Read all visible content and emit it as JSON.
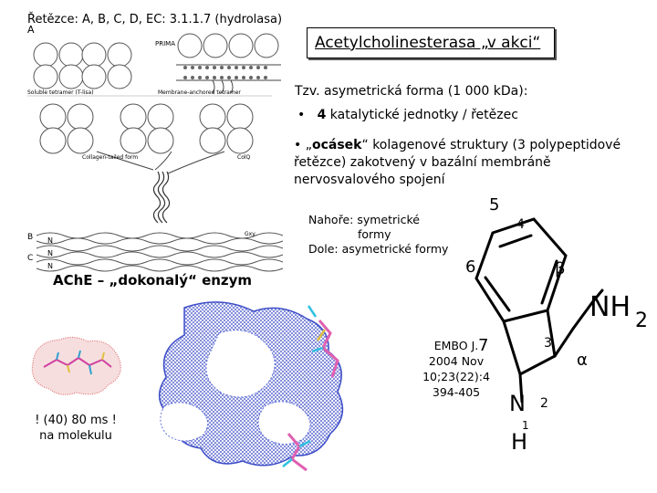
{
  "header": {
    "chains": "Řetězce: A, B, C, D, EC: 3.1.1.7 (hydrolasa)",
    "title": "Acetylcholinesterasa „v akci“"
  },
  "diagram": {
    "letter_a": "A",
    "letter_b": "B",
    "letter_c": "C",
    "prima": "PRIMA",
    "label_soluble": "Soluble tetramer (T-lisa)",
    "label_membrane": "Membrane-anchored tetramer",
    "label_collagen": "Collagen-tailed form",
    "label_colq": "ColQ",
    "label_gxy": "Gxy"
  },
  "right": {
    "form_line": "Tzv. asymetrická forma (1 000 kDa):",
    "bullet1_prefix": "4",
    "bullet1_rest": " katalytické jednotky / řetězec",
    "bullet2_q1": "„",
    "bullet2_bold": "ocásek",
    "bullet2_rest": "“ kolagenové struktury (3 polypeptidové řetězce) zakotvený v bazální membráně nervosvalového spojení"
  },
  "positions": {
    "line1": "Nahoře: symetrické",
    "line2": "formy",
    "line3": "Dole: asymetrické formy"
  },
  "ache_title": "AChE – „dokonalý“ enzym",
  "citation": {
    "line1": "EMBO J.",
    "line2": "2004 Nov",
    "line3": "10;23(22):4",
    "line4": "394-405"
  },
  "speed": {
    "line1": "! (40) 80 ms !",
    "line2": "na molekulu"
  },
  "structure": {
    "n5": "5",
    "n4": "4",
    "n6": "6",
    "beta": "β",
    "nh": "NH",
    "sub2": "2",
    "n7": "7",
    "n3": "3",
    "alpha": "α",
    "n": "N",
    "n2": "2",
    "h": "H",
    "n1": "1"
  },
  "colors": {
    "protein_blue": "#3f4fc8",
    "ligand_pink": "#e060b0",
    "surface_red": "#e07070"
  }
}
